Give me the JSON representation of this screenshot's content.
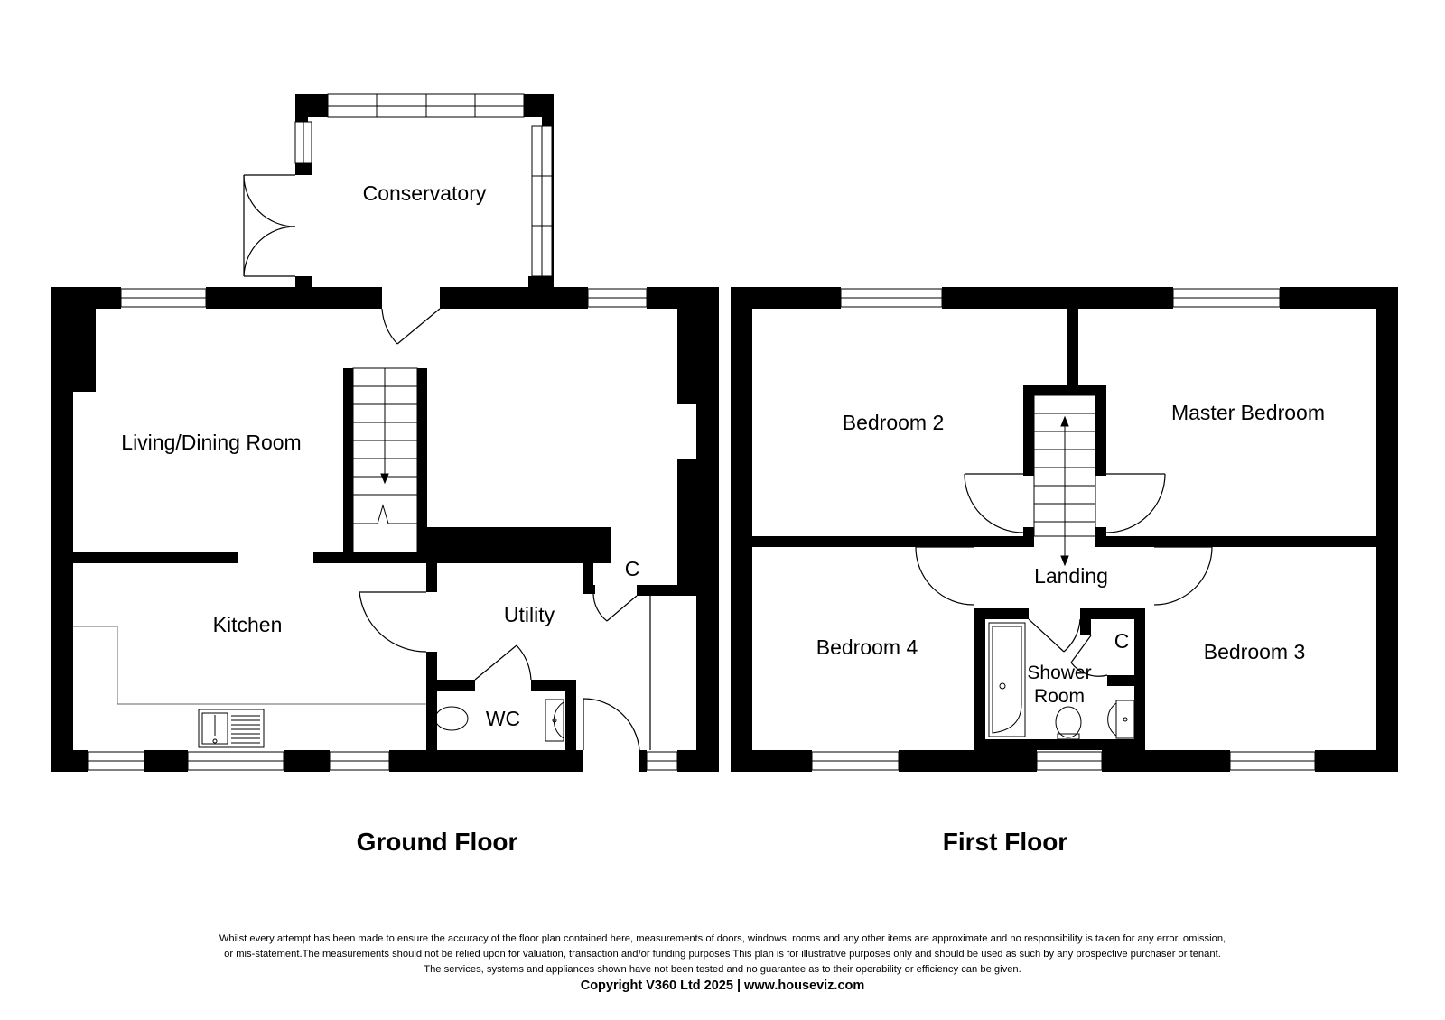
{
  "floors": [
    {
      "title": "Ground Floor"
    },
    {
      "title": "First Floor"
    }
  ],
  "rooms": {
    "conservatory": "Conservatory",
    "living_dining": "Living/Dining Room",
    "kitchen": "Kitchen",
    "utility": "Utility",
    "wc": "WC",
    "cupboard_ground": "C",
    "bedroom_2": "Bedroom 2",
    "master_bedroom": "Master Bedroom",
    "landing": "Landing",
    "bedroom_4": "Bedroom 4",
    "shower_room_line1": "Shower",
    "shower_room_line2": "Room",
    "cupboard_first": "C",
    "bedroom_3": "Bedroom 3"
  },
  "disclaimer": {
    "line1": "Whilst every attempt has been made to ensure the accuracy of the floor plan contained here, measurements of doors, windows, rooms and any other items are approximate and no responsibility is taken for any error, omission,",
    "line2": "or mis-statement.The measurements should not be relied upon for valuation, transaction and/or funding purposes This plan is for illustrative purposes only and should be used as such by any prospective purchaser or tenant.",
    "line3": "The services, systems and appliances shown have not been tested and no guarantee as to their operability or efficiency can be given.",
    "copyright": "Copyright V360 Ltd 2025 | www.houseviz.com"
  },
  "colors": {
    "wall": "#000000",
    "background": "#ffffff",
    "fixture": "#666666"
  }
}
